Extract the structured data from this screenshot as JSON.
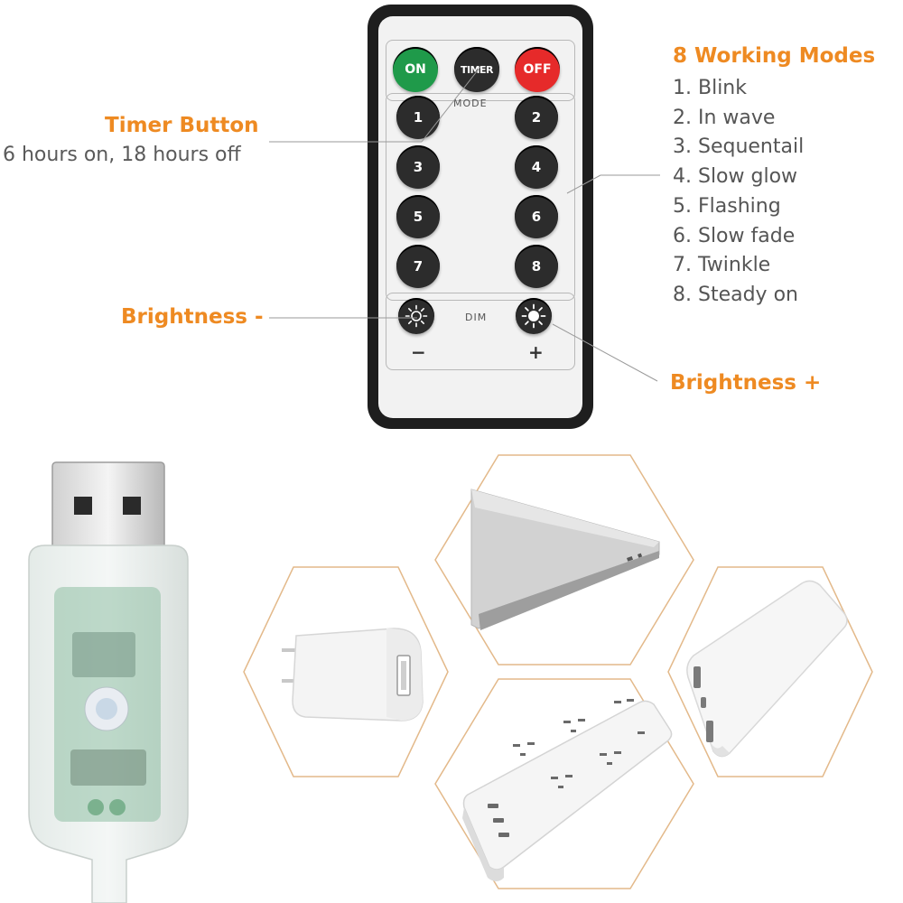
{
  "remote": {
    "top_buttons": {
      "on": "ON",
      "timer": "TIMER",
      "off": "OFF"
    },
    "mode_label": "MODE",
    "mode_buttons": [
      "1",
      "2",
      "3",
      "4",
      "5",
      "6",
      "7",
      "8"
    ],
    "dim_label": "DIM",
    "minus_sign": "−",
    "plus_sign": "+"
  },
  "timer_callout": {
    "title": "Timer Button",
    "subtitle": "6 hours on, 18 hours off"
  },
  "modes_callout": {
    "title": "8 Working Modes",
    "items": [
      "1. Blink",
      "2. In wave",
      "3. Sequentail",
      "4. Slow glow",
      "5. Flashing",
      "6. Slow fade",
      "7. Twinkle",
      "8. Steady on"
    ]
  },
  "brightness_minus": "Brightness -",
  "brightness_plus": "Brightness +",
  "colors": {
    "accent": "#ee8a22",
    "on": "#1f9a4a",
    "off": "#e62a2a",
    "remote_body": "#1e1e1e",
    "hex_border": "#e3b98a"
  },
  "power_sources": [
    "usb-plug",
    "wall-adapter",
    "laptop",
    "power-strip",
    "power-bank"
  ]
}
